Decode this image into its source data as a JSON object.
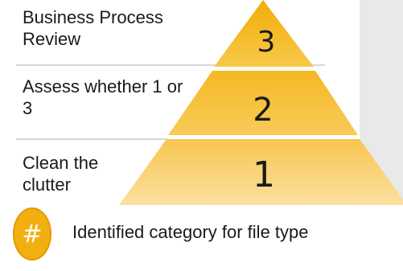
{
  "pyramid": {
    "tiers": [
      {
        "number": "3",
        "label": "Business Process Review"
      },
      {
        "number": "2",
        "label": "Assess whether 1 or 3"
      },
      {
        "number": "1",
        "label": "Clean the clutter"
      }
    ]
  },
  "legend": {
    "symbol": "#",
    "text": "Identified category for file type"
  },
  "colors": {
    "panel": "#e9e9e9",
    "tier_dark": "#f2b010",
    "tier_light": "#fbd98a",
    "divider": "#ffffff"
  }
}
